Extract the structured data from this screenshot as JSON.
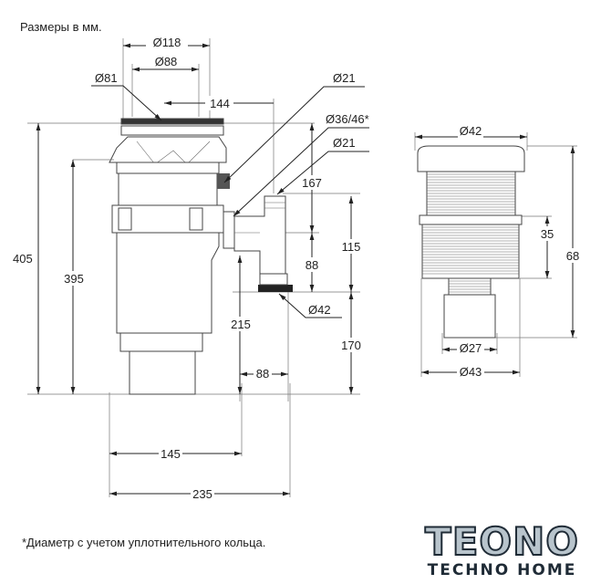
{
  "units_note": "Размеры в мм.",
  "footnote": "*Диаметр с учетом уплотнительного кольца.",
  "logo": {
    "main": "TEONO",
    "sub": "TECHNO HOME"
  },
  "unit_dims": {
    "d118": "Ø118",
    "d88": "Ø88",
    "d81": "Ø81",
    "l144": "144",
    "d21_top": "Ø21",
    "d36_46": "Ø36/46*",
    "d21_outlet": "Ø21",
    "h167": "167",
    "h115": "115",
    "h88": "88",
    "d42": "Ø42",
    "h170": "170",
    "h215": "215",
    "w88": "88",
    "h405": "405",
    "h395": "395",
    "w145": "145",
    "w235": "235"
  },
  "stopper_dims": {
    "d42": "Ø42",
    "h35": "35",
    "h68": "68",
    "d27": "Ø27",
    "d43": "Ø43"
  }
}
